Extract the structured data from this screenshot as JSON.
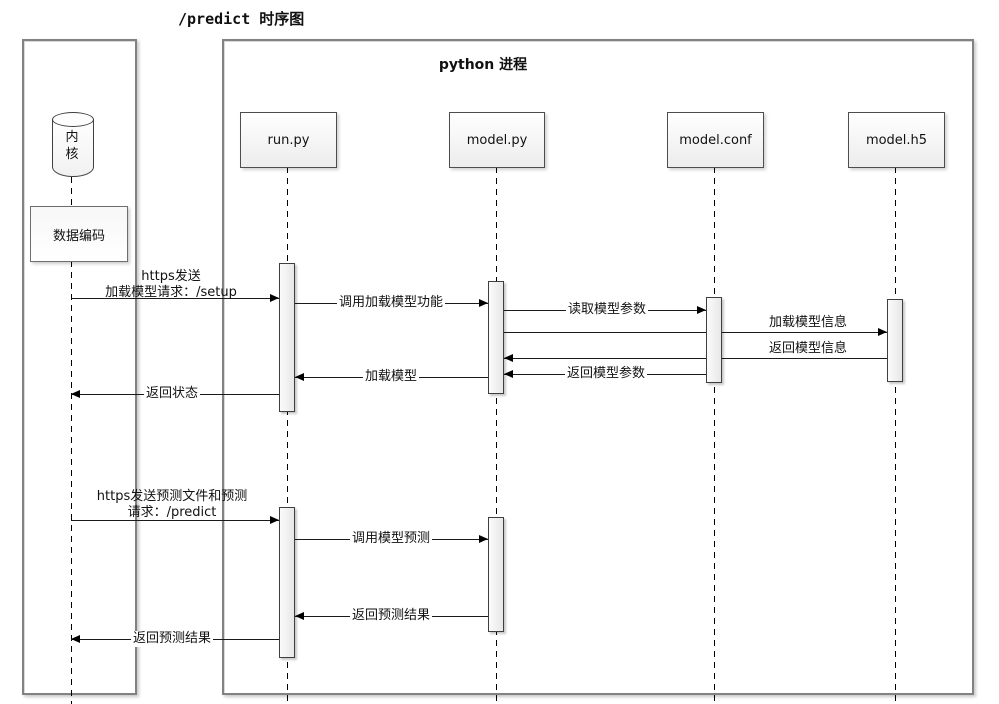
{
  "page_title": "/predict 时序图",
  "frames": {
    "python_process": {
      "title": "python 进程"
    }
  },
  "actors": {
    "kernel": {
      "label": "内核",
      "type": "database-cylinder"
    },
    "data_encoder": {
      "label": "数据编码"
    },
    "run_py": {
      "label": "run.py"
    },
    "model_py": {
      "label": "model.py"
    },
    "model_conf": {
      "label": "model.conf"
    },
    "model_h5": {
      "label": "model.h5"
    }
  },
  "messages": [
    {
      "name": "setup-request",
      "from": "内核",
      "to": "run.py",
      "label_lines": [
        "https发送",
        "加载模型请求：/setup"
      ]
    },
    {
      "name": "call-load-model",
      "from": "run.py",
      "to": "model.py",
      "label": "调用加载模型功能"
    },
    {
      "name": "read-model-params",
      "from": "model.py",
      "to": "model.conf",
      "label": "读取模型参数"
    },
    {
      "name": "load-model-info",
      "from": "model.py",
      "to": "model.h5",
      "label": "加载模型信息"
    },
    {
      "name": "return-model-info",
      "from": "model.h5",
      "to": "model.py",
      "label": "返回模型信息"
    },
    {
      "name": "return-model-params",
      "from": "model.conf",
      "to": "model.py",
      "label": "返回模型参数"
    },
    {
      "name": "load-model",
      "from": "model.py",
      "to": "run.py",
      "label": "加载模型"
    },
    {
      "name": "return-status",
      "from": "run.py",
      "to": "内核",
      "label": "返回状态"
    },
    {
      "name": "predict-request",
      "from": "内核",
      "to": "run.py",
      "label_lines": [
        "https发送预测文件和预测",
        "请求：/predict"
      ]
    },
    {
      "name": "call-model-predict",
      "from": "run.py",
      "to": "model.py",
      "label": "调用模型预测"
    },
    {
      "name": "return-predict-result",
      "from": "model.py",
      "to": "run.py",
      "label": "返回预测结果"
    },
    {
      "name": "return-predict-result-to-kernel",
      "from": "run.py",
      "to": "内核",
      "label": "返回预测结果"
    }
  ],
  "colors": {
    "background": "#ffffff",
    "message_line": "#1a1a1a",
    "frame_border": "#828282",
    "box_border": "#4d4d4d",
    "box_fill_gradient_top": "#ffffff",
    "box_fill_gradient_bottom": "#ececec"
  }
}
